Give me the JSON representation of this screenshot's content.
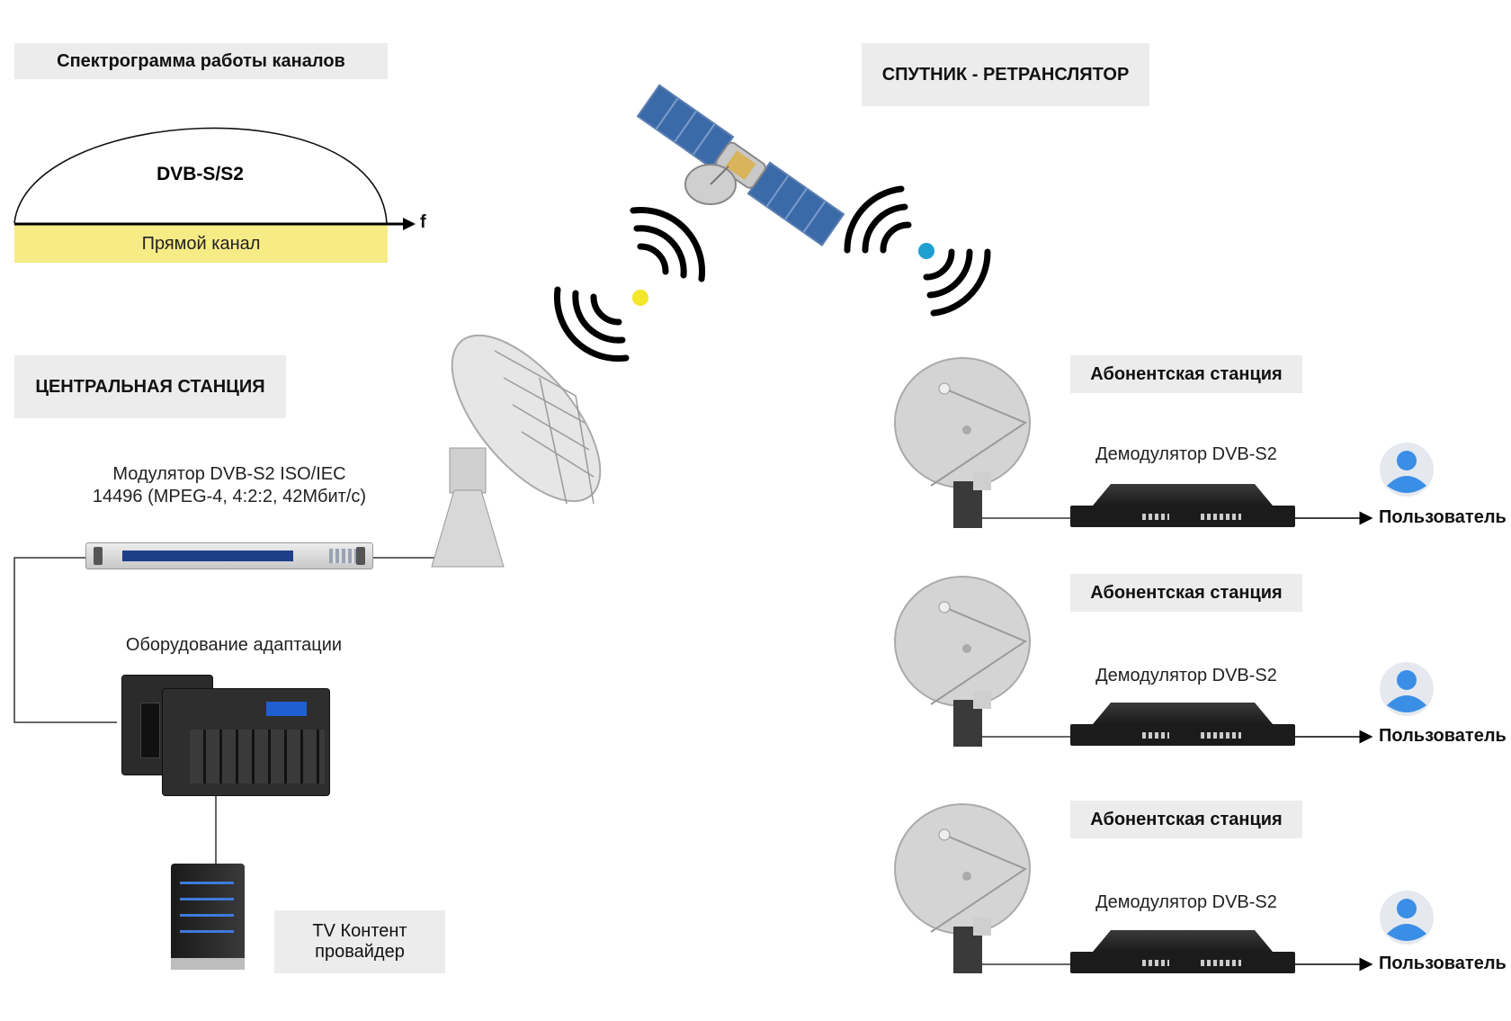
{
  "spectrum": {
    "title": "Спектрограмма работы каналов",
    "signal_label": "DVB-S/S2",
    "axis_label": "f",
    "channel_label": "Прямой канал"
  },
  "satellite": {
    "title": "СПУТНИК - РЕТРАНСЛЯТОР"
  },
  "central": {
    "title": "ЦЕНТРАЛЬНАЯ СТАНЦИЯ",
    "modulator_line1": "Модулятор DVB-S2 ISO/IEC",
    "modulator_line2": "14496 (MPEG-4, 4:2:2, 42Мбит/с)",
    "adaptation": "Оборудование адаптации",
    "provider_line1": "TV Контент",
    "provider_line2": "провайдер"
  },
  "subscribers": [
    {
      "title": "Абонентская станция",
      "demod": "Демодулятор DVB-S2",
      "user": "Пользователь"
    },
    {
      "title": "Абонентская станция",
      "demod": "Демодулятор DVB-S2",
      "user": "Пользователь"
    },
    {
      "title": "Абонентская станция",
      "demod": "Демодулятор DVB-S2",
      "user": "Пользователь"
    }
  ],
  "colors": {
    "channel_band": "#f7eb86",
    "label_box": "#ececec",
    "uplink_dot": "#f3e62b",
    "downlink_dot": "#1f9fd0",
    "user_icon": "#3b8ee6",
    "user_icon_bg": "#e5e9ef"
  }
}
